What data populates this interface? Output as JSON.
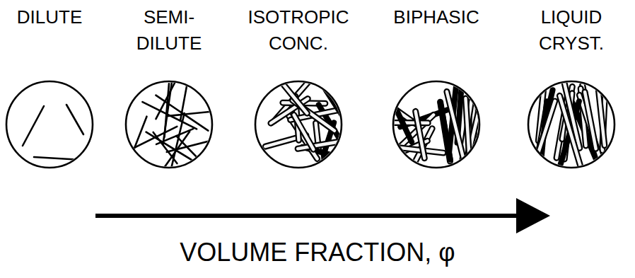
{
  "diagram": {
    "nodes": [
      {
        "text": [
          "DILUTE"
        ]
      },
      {
        "text": [
          "SEMI- DILUTE"
        ]
      },
      {
        "text": [
          "ISOTROPIC CONC."
        ]
      },
      {
        "text": [
          "BIPHASIC"
        ]
      },
      {
        "text": [
          "LIQUID CRYST."
        ]
      }
    ],
    "labels": [
      "VOLUME FRACTION, φ"
    ]
  }
}
